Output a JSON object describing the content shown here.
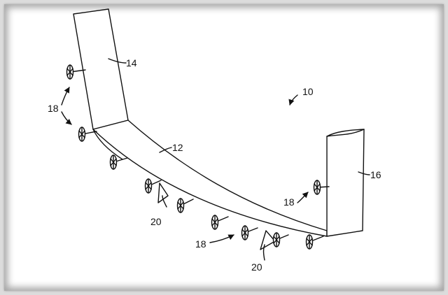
{
  "labels": {
    "assembly": "10",
    "wing": "12",
    "left_tip": "14",
    "right_tip": "16",
    "prop_a": "18",
    "prop_b": "18",
    "prop_c": "18",
    "pod_a": "20",
    "pod_b": "20"
  },
  "icons": {
    "propeller": "propeller-icon",
    "arrow": "arrow-icon"
  }
}
